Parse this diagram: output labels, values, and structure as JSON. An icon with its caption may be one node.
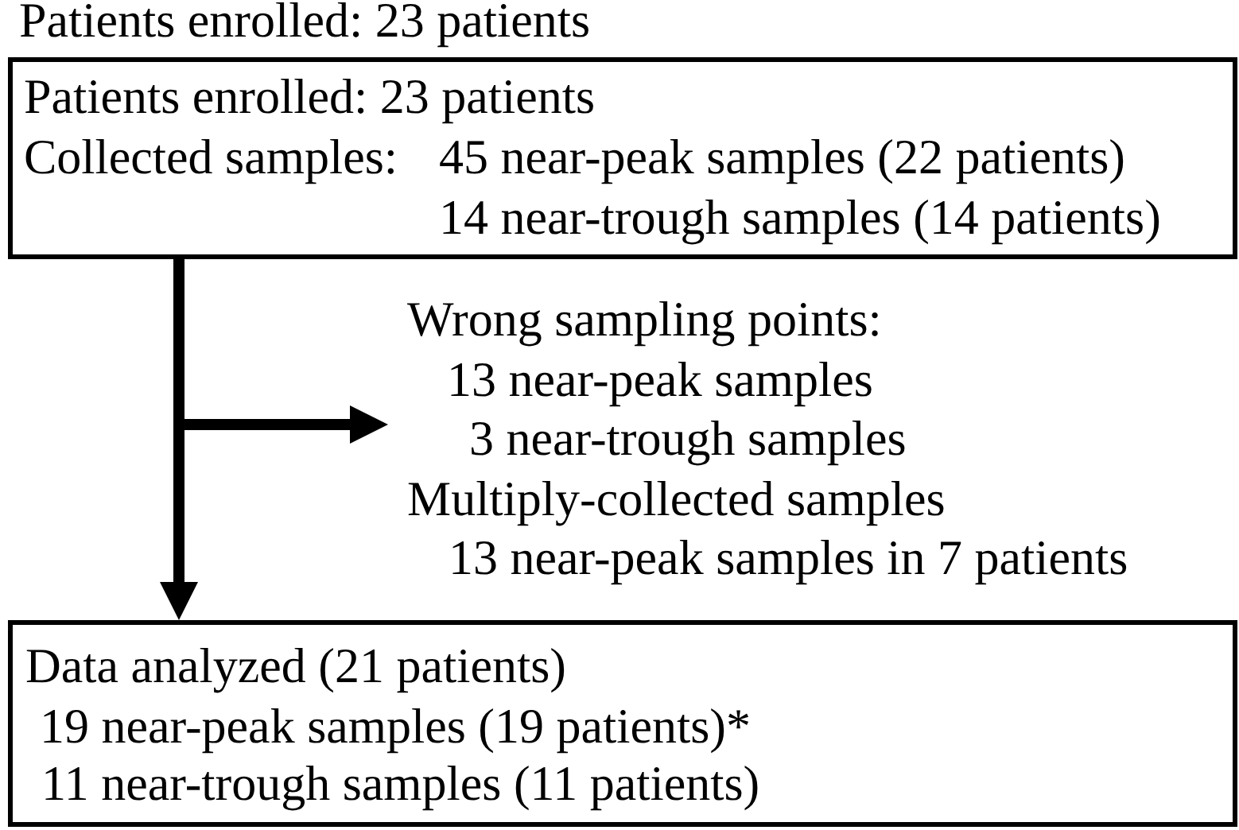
{
  "diagram": {
    "title": "Patients enrolled: 23 patients",
    "nodes": [
      {
        "text": [
          "Patients enrolled: 23 patients",
          "Collected samples:",
          "45 near-peak samples (22 patients)",
          "14 near-trough samples (14 patients)"
        ]
      },
      {
        "text": [
          "Wrong sampling points:",
          "13 near-peak samples",
          "3 near-trough samples",
          "Multiply-collected samples",
          "13 near-peak samples in 7 patients"
        ]
      },
      {
        "text": [
          "Data analyzed (21 patients)",
          "19 near-peak samples (19 patients)*",
          "11 near-trough samples (11 patients)"
        ]
      }
    ],
    "edges": [
      {
        "from": 0,
        "to": 1,
        "arrow": "to"
      },
      {
        "from": 0,
        "to": 2,
        "arrow": "to"
      }
    ]
  }
}
